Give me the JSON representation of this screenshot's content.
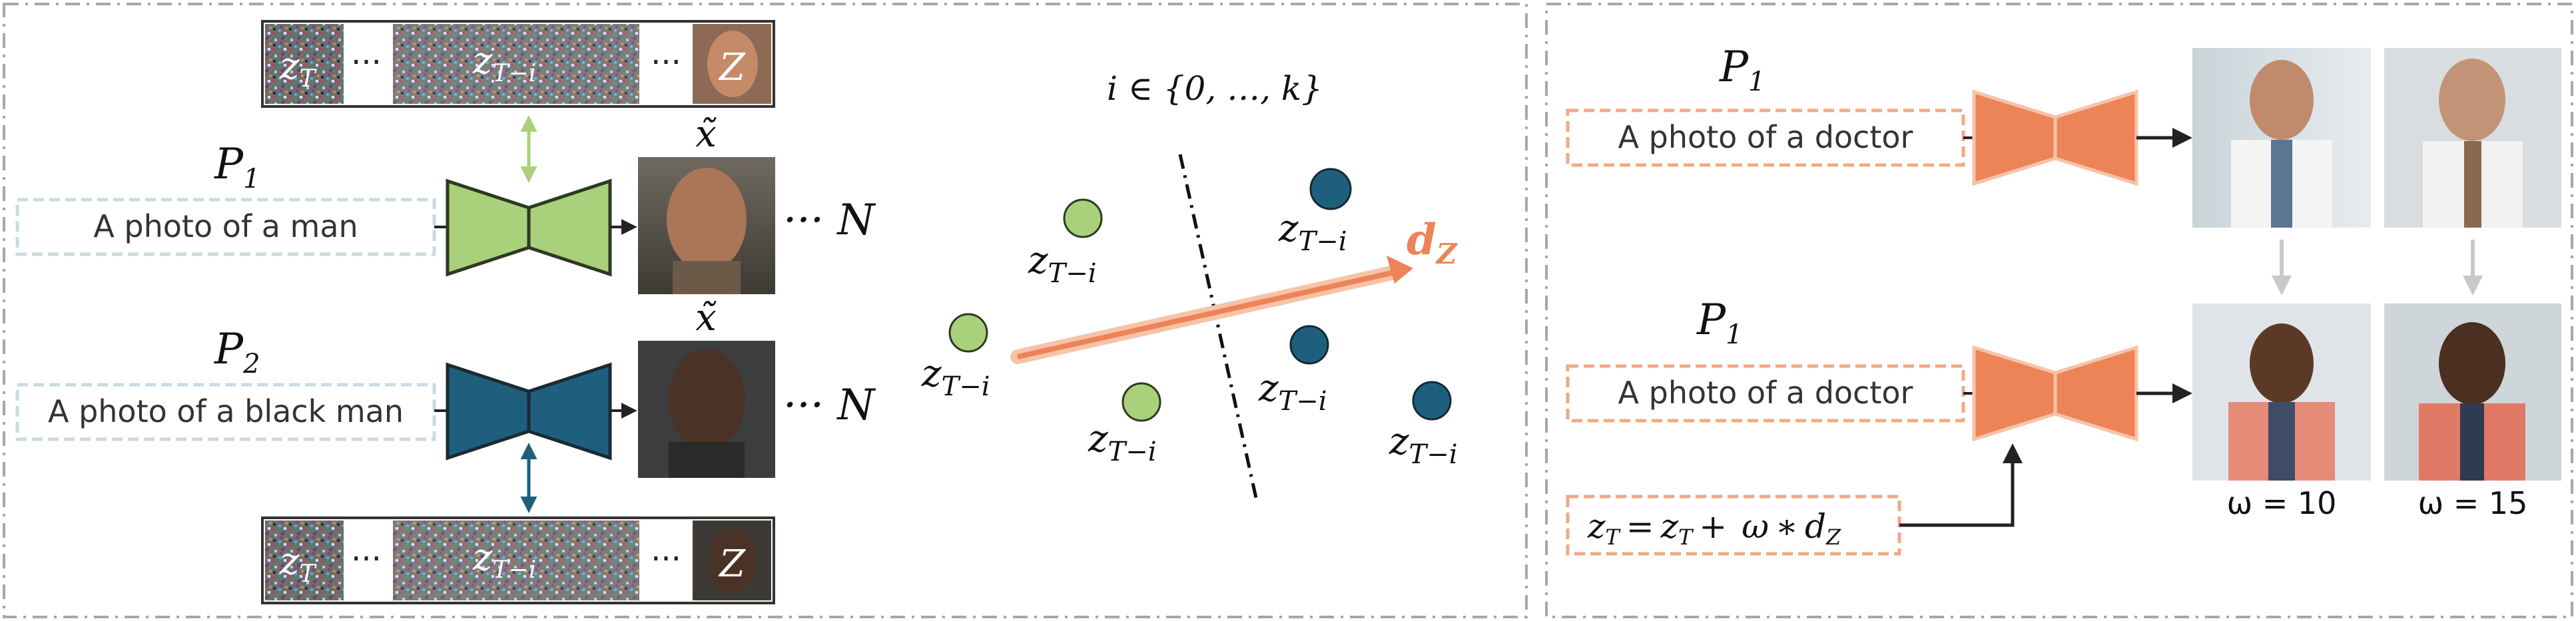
{
  "colors": {
    "green": "#a9d07a",
    "teal": "#1f5f7e",
    "orange": "#ec8458",
    "orange_light": "#f6c3a9",
    "dash_border": "#a7a7a7",
    "prompt_border_blue": "#c7dbe6",
    "prompt_border_orange": "#f1a986",
    "arrow_gray": "#c9c9c9"
  },
  "left": {
    "top_strip": {
      "z_start": "z",
      "z_start_sub": "T",
      "dots1": "···",
      "z_mid": "z",
      "z_mid_sub": "T−i",
      "dots2": "···",
      "z_end": "Z"
    },
    "bottom_strip": {
      "z_start": "z",
      "z_start_sub": "T",
      "dots1": "···",
      "z_mid": "z",
      "z_mid_sub": "T−i",
      "dots2": "···",
      "z_end": "Z"
    },
    "p1": {
      "label": "P",
      "sub": "1",
      "prompt": "A photo of a man",
      "xtilde": "x̃",
      "n_label": "··· N"
    },
    "p2": {
      "label": "P",
      "sub": "2",
      "prompt": "A photo of a black man",
      "xtilde": "x̃",
      "n_label": "··· N"
    }
  },
  "middle": {
    "index_set": "i ∈ {0, …, k}",
    "point_label": "z",
    "point_sub": "T−i",
    "direction_label": "d",
    "direction_sub": "Z"
  },
  "right": {
    "top": {
      "label": "P",
      "sub": "1",
      "prompt": "A photo of a doctor"
    },
    "bottom": {
      "label": "P",
      "sub": "1",
      "prompt": "A photo of a doctor"
    },
    "formula": "z",
    "formula_parts": {
      "lhs": "z",
      "lhs_sub": "T",
      "eq": "=",
      "rhs1": "z",
      "rhs1_sub": "T",
      "plus": "+",
      "omega": "ω",
      "star": "∗",
      "d": "d",
      "d_sub": "Z"
    },
    "omega_10": "ω = 10",
    "omega_15": "ω = 15"
  }
}
